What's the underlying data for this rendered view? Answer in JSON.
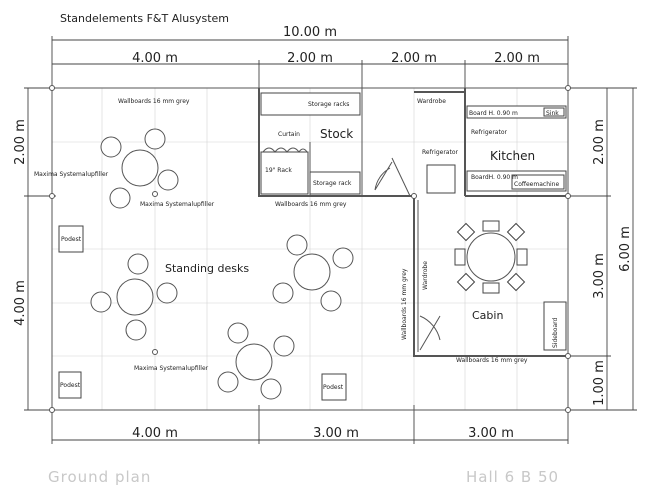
{
  "header": {
    "title": "Standelements F&T Alusystem"
  },
  "dimensions": {
    "top_total": "10.00 m",
    "top": [
      "4.00 m",
      "2.00 m",
      "2.00 m",
      "2.00 m"
    ],
    "bottom": [
      "4.00 m",
      "3.00 m",
      "3.00 m"
    ],
    "left": [
      "2.00 m",
      "4.00 m"
    ],
    "right": [
      "2.00 m",
      "3.00 m",
      "1.00 m"
    ],
    "right_total": "6.00 m"
  },
  "rooms": {
    "stock": "Stock",
    "kitchen": "Kitchen",
    "cabin": "Cabin",
    "standing": "Standing desks"
  },
  "labels": {
    "storage_racks": "Storage racks",
    "curtain": "Curtain",
    "rack": "19\" Rack",
    "storage_rack": "Storage rack",
    "wallboards_top": "Wallboards 16 mm grey",
    "wallboards_mid": "Wallboards 16 mm grey",
    "wallboards_vert": "Wallboards 16 mm grey",
    "wallboards_bottom": "Wallboards 16 mm grey",
    "wardrobe_top": "Wardrobe",
    "wardrobe_vert": "Wardrobe",
    "board_top": "Board H. 0.90 m",
    "sink": "Sink",
    "refrigerator_1": "Refrigerator",
    "refrigerator_2": "Refrigerator",
    "board_bottom": "BoardH. 0.90 m",
    "coffeemachine": "Coffeemachine",
    "maxima_1": "Maxima Systemalupfiller",
    "maxima_2": "Maxima Systemalupfiller",
    "maxima_3": "Maxima Systemalupfiller",
    "podest_1": "Podest",
    "podest_2": "Podest",
    "podest_3": "Podest",
    "sideboard": "Sideboard"
  },
  "footer": {
    "left": "Ground plan",
    "right": "Hall 6 B 50"
  }
}
